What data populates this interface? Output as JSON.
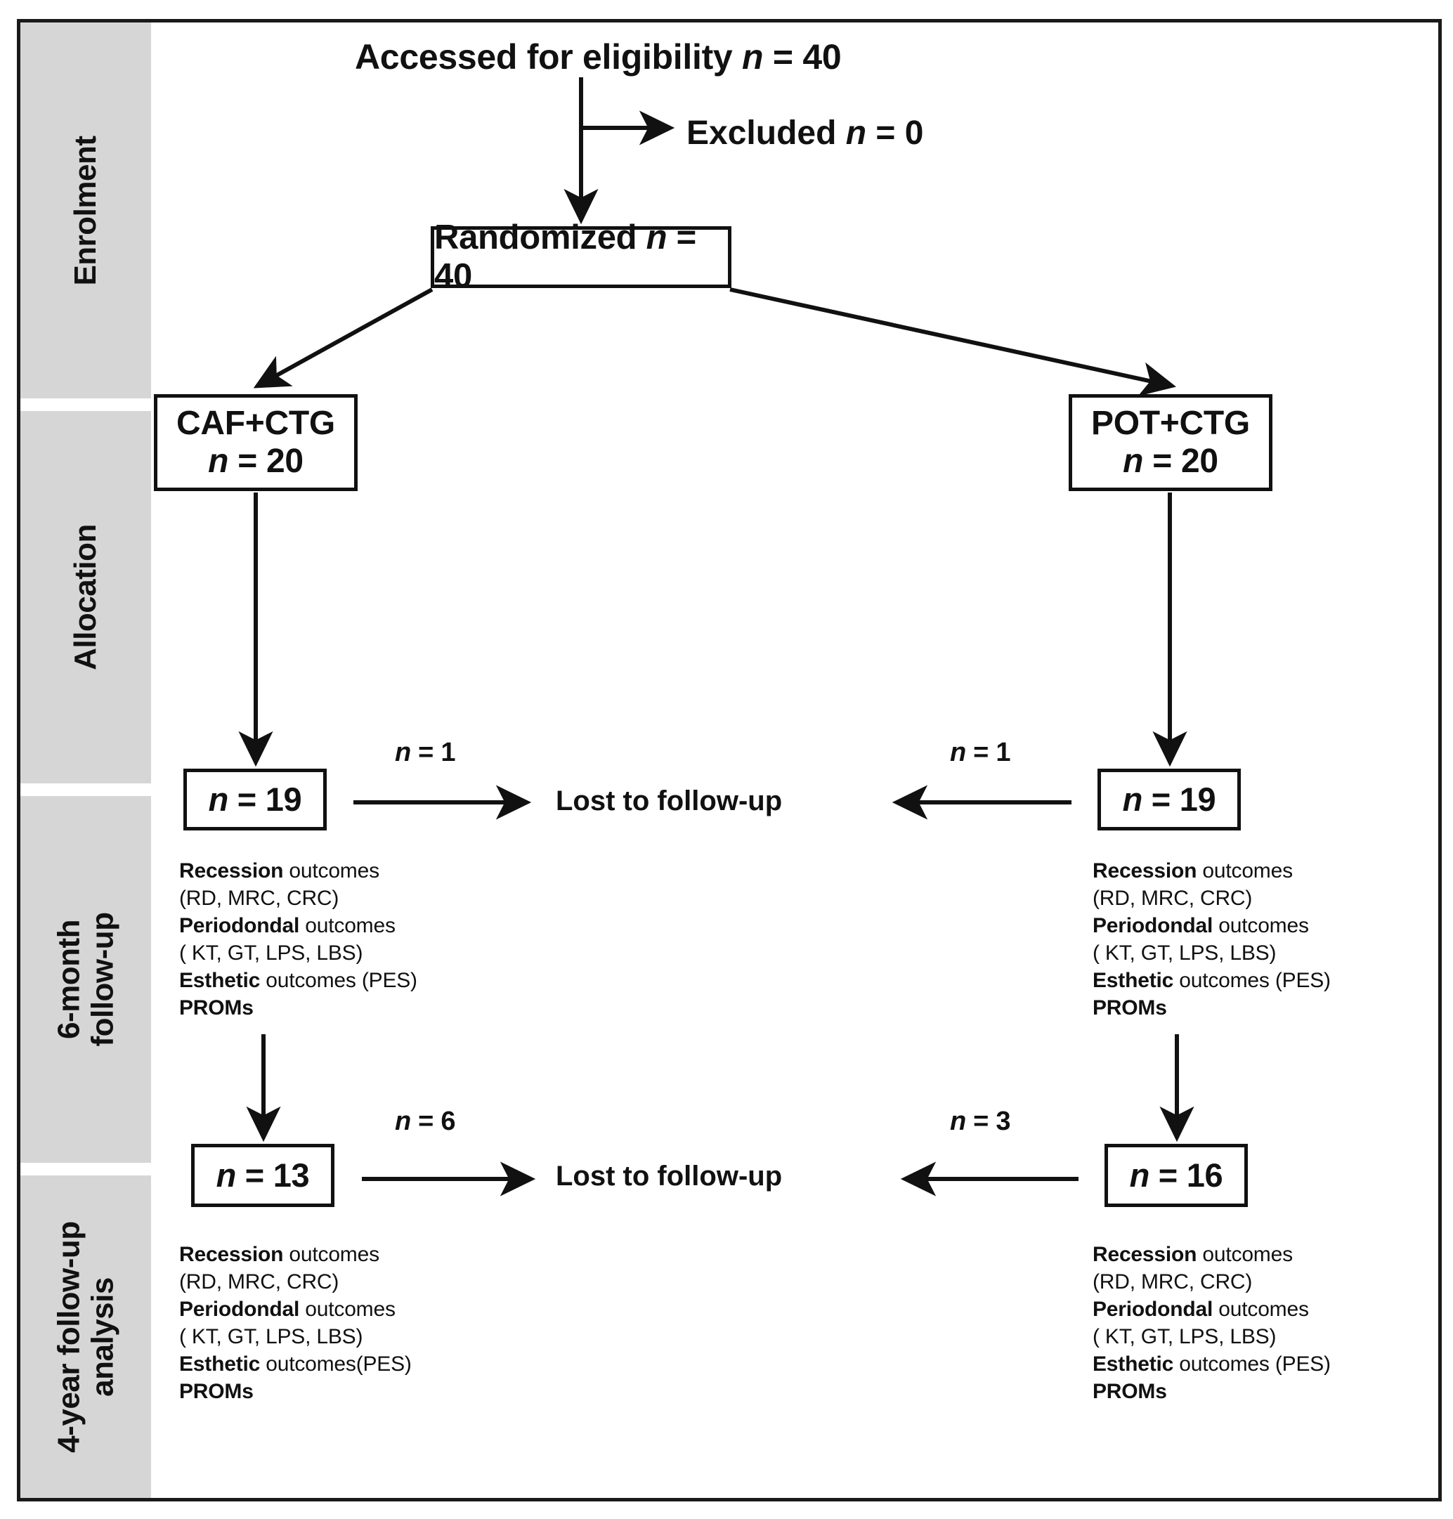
{
  "figure": {
    "type": "consort-flow-diagram",
    "frame_border_color": "#111111",
    "stage_band_color": "#d6d6d6",
    "background": "#ffffff"
  },
  "stages": [
    {
      "id": "enrolment",
      "line1": "Enrolment",
      "line2": ""
    },
    {
      "id": "allocation",
      "line1": "Allocation",
      "line2": ""
    },
    {
      "id": "sixmonth",
      "line1": "6-month",
      "line2": "follow-up"
    },
    {
      "id": "fouryear",
      "line1": "4-year follow-up",
      "line2": "analysis"
    }
  ],
  "enrolment": {
    "assessed_label": "Accessed for eligibility",
    "assessed_n_symbol": "n",
    "assessed_eq": " = ",
    "assessed_value": "40",
    "excluded_label": "Excluded",
    "excluded_n_symbol": "n",
    "excluded_eq": " = ",
    "excluded_value": "0",
    "randomized_label": "Randomized",
    "randomized_n_symbol": "n",
    "randomized_eq": " = ",
    "randomized_value": "40"
  },
  "allocation": {
    "left": {
      "title": "CAF+CTG",
      "n_symbol": "n",
      "eq": " = ",
      "value": "20"
    },
    "right": {
      "title": "POT+CTG",
      "n_symbol": "n",
      "eq": " = ",
      "value": "20"
    }
  },
  "six_month": {
    "left_box": {
      "n_symbol": "n",
      "eq": " = ",
      "value": "19"
    },
    "right_box": {
      "n_symbol": "n",
      "eq": " = ",
      "value": "19"
    },
    "left_loss": {
      "n_symbol": "n",
      "eq": " = ",
      "value": "1"
    },
    "right_loss": {
      "n_symbol": "n",
      "eq": " = ",
      "value": "1"
    },
    "lost_label": "Lost to follow-up",
    "left_outcomes": [
      {
        "bold": "Recession",
        "rest": " outcomes"
      },
      {
        "bold": "",
        "rest": "(RD, MRC, CRC)"
      },
      {
        "bold": "Periodondal",
        "rest": " outcomes"
      },
      {
        "bold": "",
        "rest": "( KT, GT, LPS, LBS)"
      },
      {
        "bold": "Esthetic",
        "rest": " outcomes (PES)"
      },
      {
        "bold": "PROMs",
        "rest": ""
      }
    ],
    "right_outcomes": [
      {
        "bold": "Recession",
        "rest": " outcomes"
      },
      {
        "bold": "",
        "rest": "(RD, MRC, CRC)"
      },
      {
        "bold": "Periodondal",
        "rest": " outcomes"
      },
      {
        "bold": "",
        "rest": "( KT, GT, LPS, LBS)"
      },
      {
        "bold": "Esthetic",
        "rest": " outcomes (PES)"
      },
      {
        "bold": "PROMs",
        "rest": ""
      }
    ]
  },
  "four_year": {
    "left_box": {
      "n_symbol": "n",
      "eq": " = ",
      "value": "13"
    },
    "right_box": {
      "n_symbol": "n",
      "eq": " = ",
      "value": "16"
    },
    "left_loss": {
      "n_symbol": "n",
      "eq": " = ",
      "value": "6"
    },
    "right_loss": {
      "n_symbol": "n",
      "eq": " = ",
      "value": "3"
    },
    "lost_label": "Lost to follow-up",
    "left_outcomes": [
      {
        "bold": "Recession",
        "rest": " outcomes"
      },
      {
        "bold": "",
        "rest": "(RD, MRC, CRC)"
      },
      {
        "bold": "Periodondal",
        "rest": " outcomes"
      },
      {
        "bold": "",
        "rest": "( KT, GT, LPS, LBS)"
      },
      {
        "bold": "Esthetic",
        "rest": " outcomes(PES)"
      },
      {
        "bold": "PROMs",
        "rest": ""
      }
    ],
    "right_outcomes": [
      {
        "bold": "Recession",
        "rest": " outcomes"
      },
      {
        "bold": "",
        "rest": "(RD, MRC, CRC)"
      },
      {
        "bold": "Periodondal",
        "rest": " outcomes"
      },
      {
        "bold": "",
        "rest": "( KT, GT, LPS, LBS)"
      },
      {
        "bold": "Esthetic",
        "rest": " outcomes (PES)"
      },
      {
        "bold": "PROMs",
        "rest": ""
      }
    ]
  }
}
